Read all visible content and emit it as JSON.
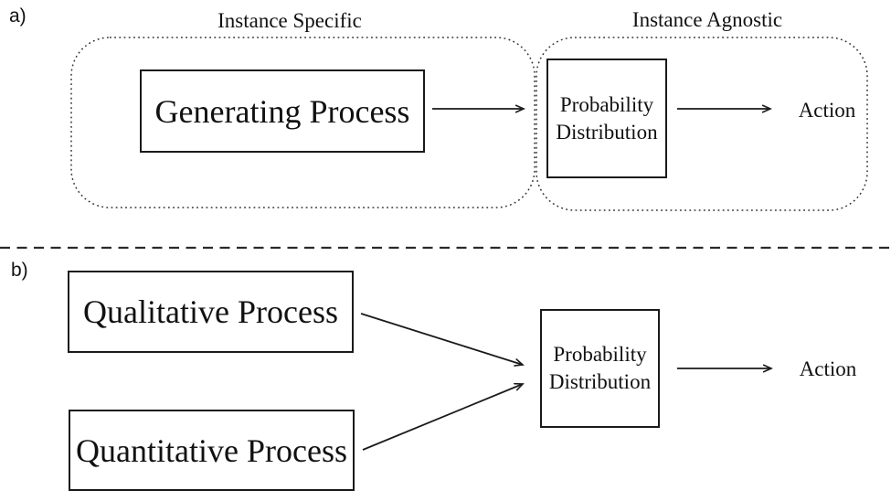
{
  "colors": {
    "ink": "#1a1a1a",
    "background": "#ffffff"
  },
  "section_a": {
    "label": "a)",
    "instance_specific_title": "Instance Specific",
    "instance_agnostic_title": "Instance Agnostic",
    "generating_process": "Generating Process",
    "probability_line1": "Probability",
    "probability_line2": "Distribution",
    "action": "Action"
  },
  "section_b": {
    "label": "b)",
    "qualitative_process": "Qualitative Process",
    "quantitative_process": "Quantitative Process",
    "probability_line1": "Probability",
    "probability_line2": "Distribution",
    "action": "Action"
  }
}
